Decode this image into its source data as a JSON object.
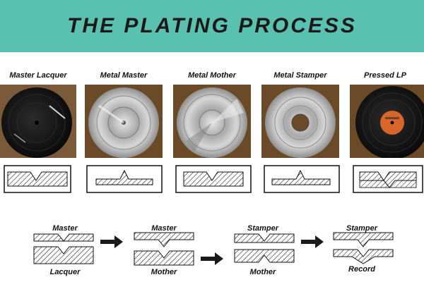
{
  "title": "THE PLATING PROCESS",
  "stages": [
    {
      "label": "Master Lacquer",
      "disc_icon": "black-lacquer-disc-icon"
    },
    {
      "label": "Metal Master",
      "disc_icon": "silver-metal-disc-icon"
    },
    {
      "label": "Metal Mother",
      "disc_icon": "silver-metal-disc-icon"
    },
    {
      "label": "Metal Stamper",
      "disc_icon": "silver-stamper-disc-icon"
    },
    {
      "label": "Pressed LP",
      "disc_icon": "black-vinyl-record-icon"
    }
  ],
  "process_steps": [
    {
      "top": "Master",
      "bottom": "Lacquer"
    },
    {
      "top": "Master",
      "bottom": "Mother"
    },
    {
      "top": "Stamper",
      "bottom": "Mother"
    },
    {
      "top": "Stamper",
      "bottom": "Record"
    }
  ],
  "colors": {
    "banner": "#5ac1b0",
    "lacquer": "#151515",
    "metal": "#b9b9b9",
    "label_orange": "#d8652a",
    "wood": "#6b4a28"
  }
}
